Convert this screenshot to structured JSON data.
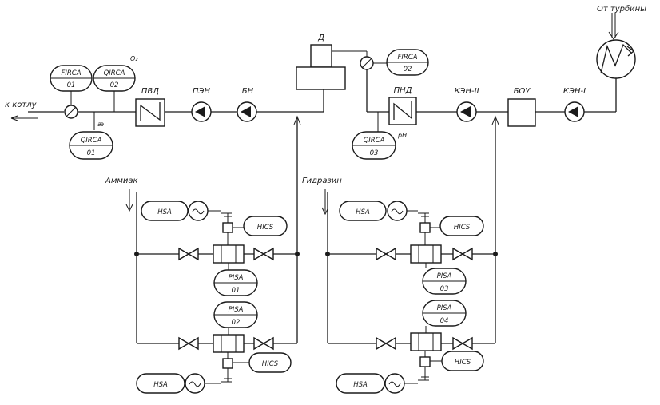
{
  "equipment": {
    "pvd": "ПВД",
    "pen": "ПЭН",
    "bn": "БН",
    "d": "Д",
    "pnd": "ПНД",
    "ken2": "КЭН-II",
    "bou": "БОУ",
    "ken1": "КЭН-I"
  },
  "flows": {
    "to_boiler": "к котлу",
    "from_turbine": "От турбины"
  },
  "reagents": {
    "ammonia": "Аммиак",
    "hydrazine": "Гидразин"
  },
  "markers": {
    "o2": "O₂",
    "kappa": "æ",
    "ph": "pH"
  },
  "instruments": {
    "firca01": {
      "tag": "FIRCA",
      "num": "01"
    },
    "qirca02": {
      "tag": "QIRCA",
      "num": "02"
    },
    "qirca01": {
      "tag": "QIRCA",
      "num": "01"
    },
    "firca02": {
      "tag": "FIRCA",
      "num": "02"
    },
    "qirca03": {
      "tag": "QIRCA",
      "num": "03"
    },
    "pisa01": {
      "tag": "PISA",
      "num": "01"
    },
    "pisa02": {
      "tag": "PISA",
      "num": "02"
    },
    "pisa03": {
      "tag": "PISA",
      "num": "03"
    },
    "pisa04": {
      "tag": "PISA",
      "num": "04"
    },
    "hsa_tl": "HSA",
    "hics_tl": "HICS",
    "hsa_bl": "HSA",
    "hics_bl": "HICS",
    "hsa_tr": "HSA",
    "hics_tr": "HICS",
    "hsa_br": "HSA",
    "hics_br": "HICS"
  }
}
